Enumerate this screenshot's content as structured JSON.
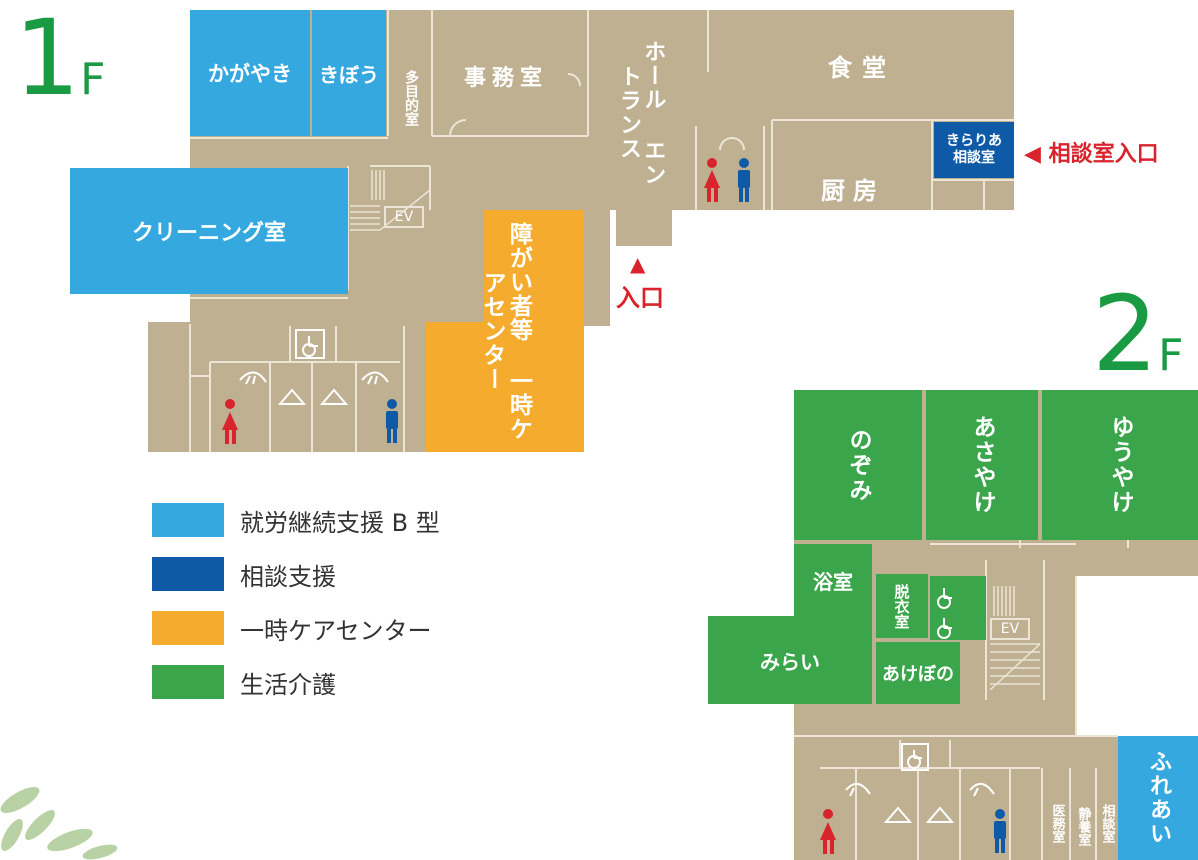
{
  "colors": {
    "floor": "#bfb092",
    "work_b": "#35a8e0",
    "consult": "#0e5aa6",
    "temp_care": "#f5ab2e",
    "life_care": "#3aa54a",
    "entrance_red": "#d9232d",
    "floor_label": "#1a9a43"
  },
  "floor1": {
    "label_num": "1",
    "label_f": "F",
    "rooms": {
      "kagayaki": "かがやき",
      "kibou": "きぼう",
      "tamokuteki": "多目的室",
      "jimushitsu": "事務室",
      "hall": "ホール エントランス",
      "shokudo": "食堂",
      "kirari": "きらりあ\n相談室",
      "chubo": "厨房",
      "cleaning": "クリーニング室",
      "shogai": "障がい者等 一時ケアセンター",
      "ev": "EV"
    },
    "consult_entrance": "◀ 相談室入口",
    "entrance_arrow": "▲",
    "entrance_label": "入口"
  },
  "floor2": {
    "label_num": "2",
    "label_f": "F",
    "rooms": {
      "nozomi": "のぞみ",
      "asayake": "あさやけ",
      "yuuyake": "ゆうやけ",
      "yokushitsu": "浴室",
      "datsui": "脱衣室",
      "mirai": "みらい",
      "akebono": "あけぼの",
      "imushitsu": "医務室",
      "seiyo": "静養室",
      "sodan": "相談室",
      "fureai": "ふれあい",
      "ev": "EV"
    }
  },
  "legend": [
    {
      "label": "就労継続支援 B 型",
      "color": "#35a8e0"
    },
    {
      "label": "相談支援",
      "color": "#0e5aa6"
    },
    {
      "label": "一時ケアセンター",
      "color": "#f5ab2e"
    },
    {
      "label": "生活介護",
      "color": "#3aa54a"
    }
  ]
}
